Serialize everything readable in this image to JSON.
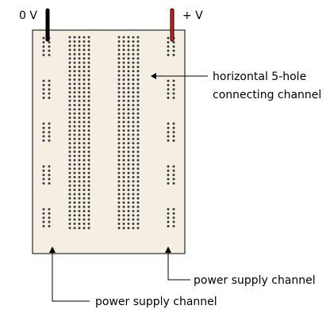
{
  "labels": {
    "ground": "0 V",
    "positive": "+ V",
    "channel_line1": "horizontal 5-hole",
    "channel_line2": "connecting channel",
    "supply_right": "power supply channel",
    "supply_left": "power supply channel"
  },
  "colors": {
    "board_fill": "#f5efe3",
    "board_stroke": "#000000",
    "hole": "#3a3a3a",
    "ground_wire": "#000000",
    "positive_wire": "#cc2020",
    "leader_line": "#000000"
  },
  "breadboard": {
    "rail_hole_groups": 5,
    "holes_per_rail_group": 5,
    "terminal_blocks": 2,
    "holes_per_terminal_row": 5,
    "terminal_rows_per_block": 46
  }
}
